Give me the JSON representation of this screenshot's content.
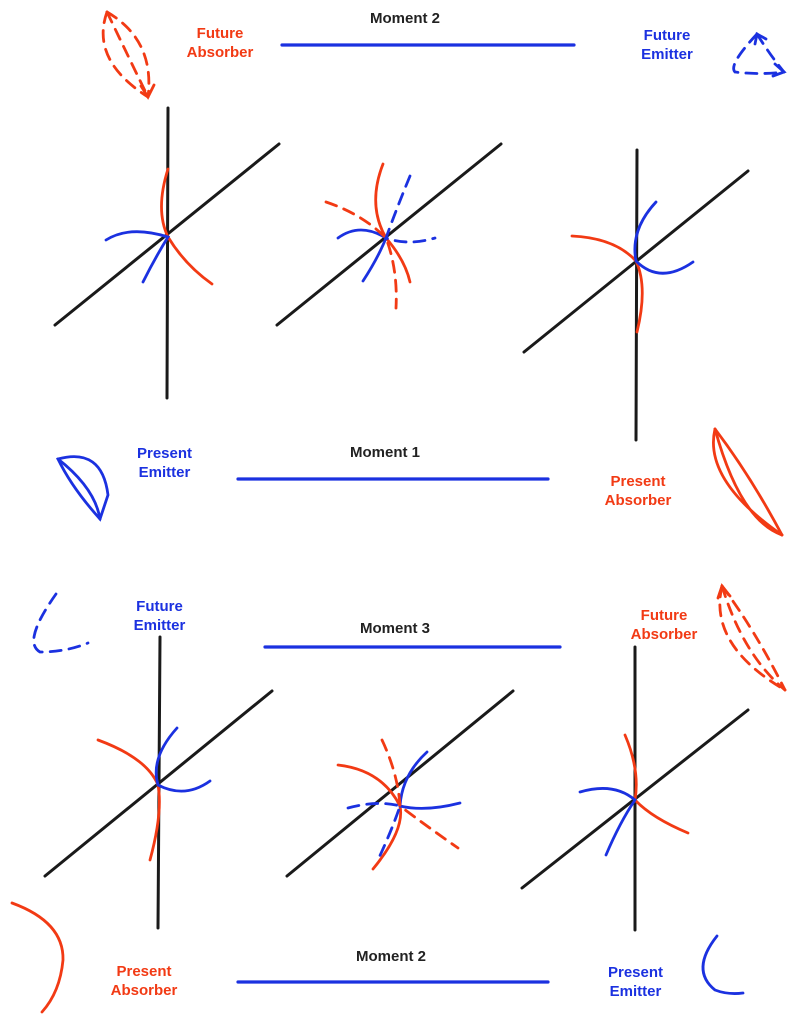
{
  "colors": {
    "absorber": "#f23a14",
    "emitter": "#1b31e0",
    "axis": "#1a1a1a",
    "label_dark": "#222222"
  },
  "panel_top": {
    "moment_top": "Moment 2",
    "moment_bottom": "Moment 1",
    "future_absorber": {
      "line1": "Future",
      "line2": "Absorber"
    },
    "future_emitter": {
      "line1": "Future",
      "line2": "Emitter"
    },
    "present_emitter": {
      "line1": "Present",
      "line2": "Emitter"
    },
    "present_absorber": {
      "line1": "Present",
      "line2": "Absorber"
    }
  },
  "panel_bottom": {
    "moment_top": "Moment 3",
    "moment_bottom": "Moment 2",
    "future_emitter": {
      "line1": "Future",
      "line2": "Emitter"
    },
    "future_absorber": {
      "line1": "Future",
      "line2": "Absorber"
    },
    "present_absorber": {
      "line1": "Present",
      "line2": "Absorber"
    },
    "present_emitter": {
      "line1": "Present",
      "line2": "Emitter"
    }
  }
}
